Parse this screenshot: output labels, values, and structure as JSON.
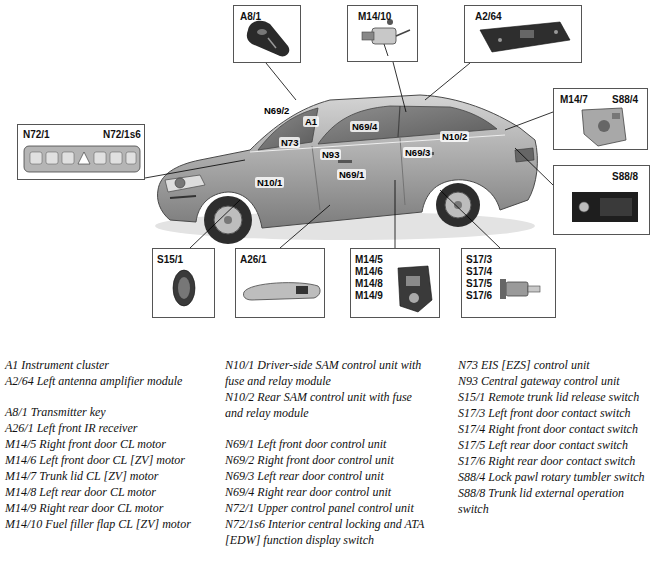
{
  "diagram": {
    "nodes": [
      {
        "text": [
          "A8/1"
        ]
      },
      {
        "text": [
          "M14/10"
        ]
      },
      {
        "text": [
          "A2/64"
        ]
      },
      {
        "text": [
          "N72/1",
          "N72/1s6"
        ]
      },
      {
        "text": [
          "M14/7",
          "S88/4"
        ]
      },
      {
        "text": [
          "S88/8"
        ]
      },
      {
        "text": [
          "S15/1"
        ]
      },
      {
        "text": [
          "A26/1"
        ]
      },
      {
        "text": [
          "M14/5",
          "M14/6",
          "M14/8",
          "M14/9"
        ]
      },
      {
        "text": [
          "S17/3",
          "S17/4",
          "S17/5",
          "S17/6"
        ]
      }
    ],
    "labels": [
      "N69/2",
      "A1",
      "N73",
      "N93",
      "N10/1",
      "N69/1",
      "N69/4",
      "N10/2",
      "N69/3",
      "A1 Instrument cluster",
      "A2/64 Left antenna amplifier module",
      "A8/1 Transmitter key",
      "A26/1 Left front IR receiver",
      "M14/5 Right front door CL motor",
      "M14/6 Left front door CL [ZV] motor",
      "M14/7 Trunk lid CL [ZV] motor",
      "M14/8 Left rear door CL motor",
      "M14/9 Right rear door CL motor",
      "M14/10 Fuel filler flap CL [ZV] motor",
      "N10/1 Driver-side SAM control unit with fuse and relay module",
      "N10/2 Rear SAM control unit with fuse and relay module",
      "N69/1 Left front door control unit",
      "N69/2 Right front door control unit",
      "N69/3 Left rear door control unit",
      "N69/4 Right rear door control unit",
      "N72/1 Upper control panel control unit",
      "N72/1s6 Interior central locking and ATA [EDW] function display switch",
      "N73 EIS [EZS] control unit",
      "N93 Central gateway control unit",
      "S15/1 Remote trunk lid release switch",
      "S17/3 Left front door contact switch",
      "S17/4 Right front door contact switch",
      "S17/5 Left rear door contact switch",
      "S17/6 Right rear door contact switch",
      "S88/4 Lock pawl rotary tumbler switch",
      "S88/8 Trunk lid external operation switch"
    ]
  }
}
